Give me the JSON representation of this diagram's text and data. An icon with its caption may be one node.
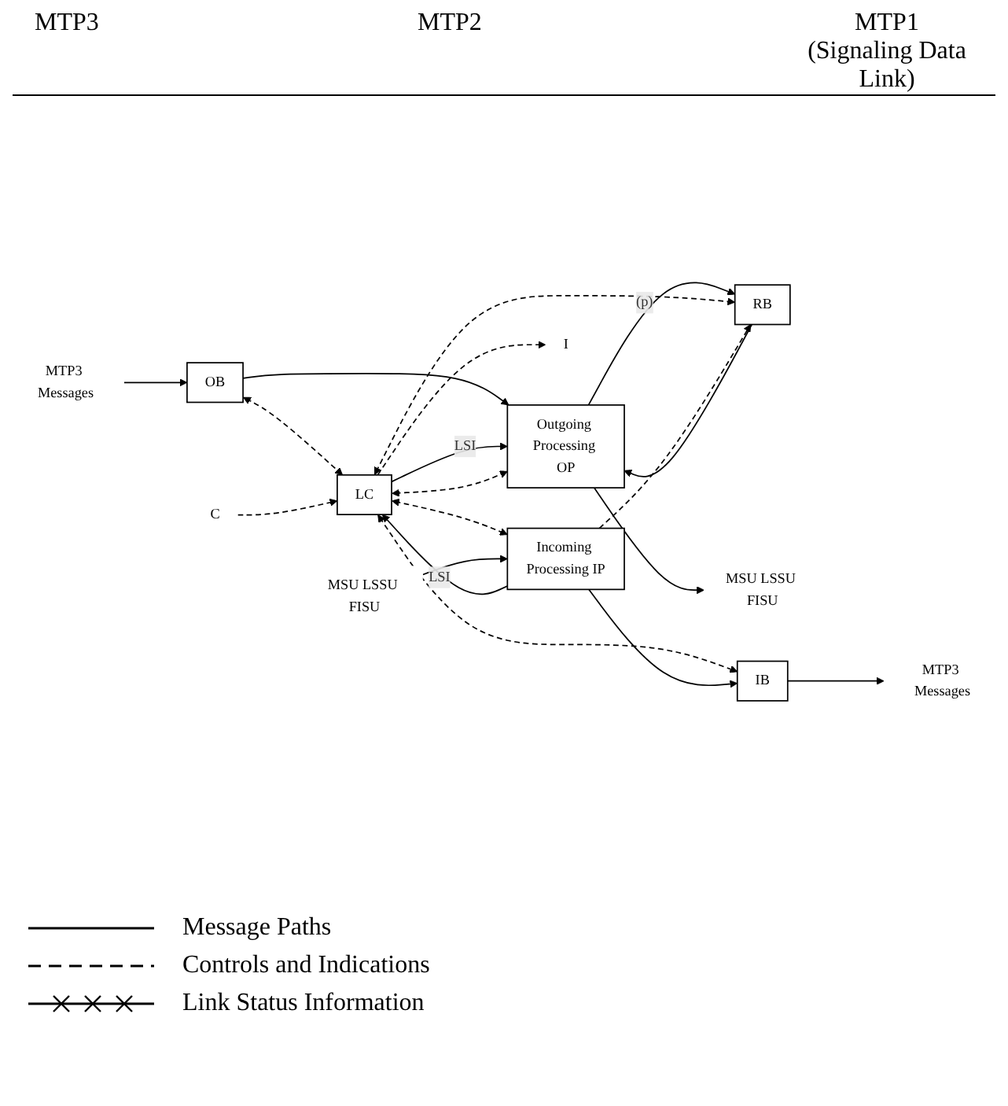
{
  "diagram": {
    "nodes": [
      {
        "text": [
          "MTP3 Messages"
        ]
      },
      {
        "text": [
          "OB"
        ]
      },
      {
        "text": [
          "RB"
        ]
      },
      {
        "text": [
          "Outgoing Processing OP"
        ]
      },
      {
        "text": [
          "MSU LSSU FISU"
        ]
      },
      {
        "text": [
          "C"
        ]
      },
      {
        "text": [
          "LC"
        ]
      },
      {
        "text": [
          "I"
        ]
      },
      {
        "text": [
          "Incoming Processing IP"
        ]
      },
      {
        "text": [
          "MSU LSSU FISU"
        ]
      },
      {
        "text": [
          "MTP3 Messages"
        ]
      },
      {
        "text": [
          "IB"
        ]
      }
    ],
    "edges": [
      {
        "from": 0,
        "to": 1,
        "arrow": "to"
      },
      {
        "from": 1,
        "to": 3,
        "arrow": "to"
      },
      {
        "from": 1,
        "to": 6,
        "arrow": "both",
        "style": "dashed"
      },
      {
        "from": 3,
        "to": 2,
        "arrow": "to",
        "label": "(p)"
      },
      {
        "from": 2,
        "to": 3,
        "arrow": "to"
      },
      {
        "from": 6,
        "to": 2,
        "arrow": "both",
        "style": "dashed"
      },
      {
        "from": 3,
        "to": 4,
        "arrow": "to"
      },
      {
        "from": 6,
        "to": 3,
        "arrow": "to",
        "label": "LSI"
      },
      {
        "from": 6,
        "to": 3,
        "arrow": "both",
        "style": "dashed"
      },
      {
        "from": 5,
        "to": 6,
        "arrow": "to",
        "style": "dashed"
      },
      {
        "from": 6,
        "to": 7,
        "arrow": "to",
        "style": "dashed"
      },
      {
        "from": 8,
        "to": 2,
        "arrow": "to",
        "style": "dashed"
      },
      {
        "from": 6,
        "to": 8,
        "arrow": "both",
        "style": "dashed"
      },
      {
        "from": 8,
        "to": 6,
        "arrow": "to",
        "label": "LSI"
      },
      {
        "from": 6,
        "to": 11,
        "arrow": "both",
        "style": "dashed"
      },
      {
        "from": 8,
        "to": 11,
        "arrow": "to"
      },
      {
        "from": 11,
        "to": 10,
        "arrow": "to"
      },
      {
        "from": 9,
        "to": 8,
        "arrow": "to"
      }
    ],
    "labels": [
      "MTP3",
      "MTP2",
      "MTP1 (Signaling Data Link)"
    ],
    "legend": [
      {
        "text": "Message Paths"
      },
      {
        "text": "Controls and Indications"
      },
      {
        "text": "Link Status Information"
      }
    ]
  }
}
